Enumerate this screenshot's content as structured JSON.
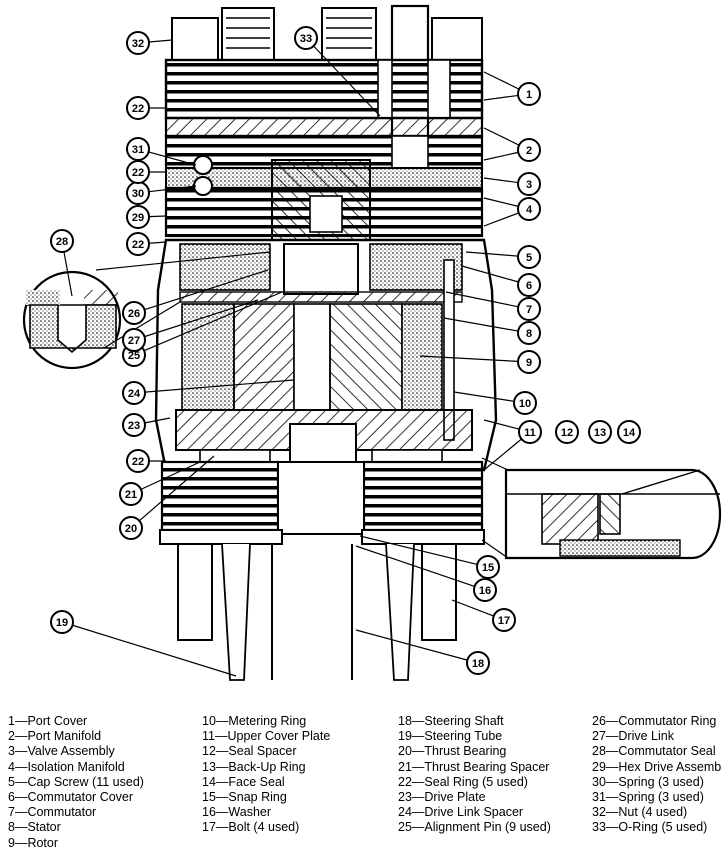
{
  "callouts": [
    "1",
    "2",
    "3",
    "4",
    "5",
    "6",
    "7",
    "8",
    "9",
    "10",
    "11",
    "12",
    "13",
    "14",
    "15",
    "16",
    "17",
    "18",
    "19",
    "20",
    "21",
    "22",
    "23",
    "24",
    "25",
    "26",
    "27",
    "28",
    "29",
    "30",
    "31",
    "32",
    "33"
  ],
  "legend": {
    "col1": [
      "1—Port Cover",
      "2—Port Manifold",
      "3—Valve Assembly",
      "4—Isolation Manifold",
      "5—Cap Screw (11 used)",
      "6—Commutator Cover",
      "7—Commutator",
      "8—Stator",
      "9—Rotor"
    ],
    "col2": [
      "10—Metering Ring",
      "11—Upper Cover Plate",
      "12—Seal Spacer",
      "13—Back-Up Ring",
      "14—Face Seal",
      "15—Snap Ring",
      "16—Washer",
      "17—Bolt (4 used)"
    ],
    "col3": [
      "18—Steering Shaft",
      "19—Steering Tube",
      "20—Thrust Bearing",
      "21—Thrust Bearing Spacer",
      "22—Seal Ring (5 used)",
      "23—Drive Plate",
      "24—Drive Link Spacer",
      "25—Alignment Pin (9 used)"
    ],
    "col4": [
      "26—Commutator Ring",
      "27—Drive Link",
      "28—Commutator Seal",
      "29—Hex Drive Assemb",
      "30—Spring (3 used)",
      "31—Spring (3 used)",
      "32—Nut (4 used)",
      "33—O-Ring (5 used)"
    ]
  }
}
